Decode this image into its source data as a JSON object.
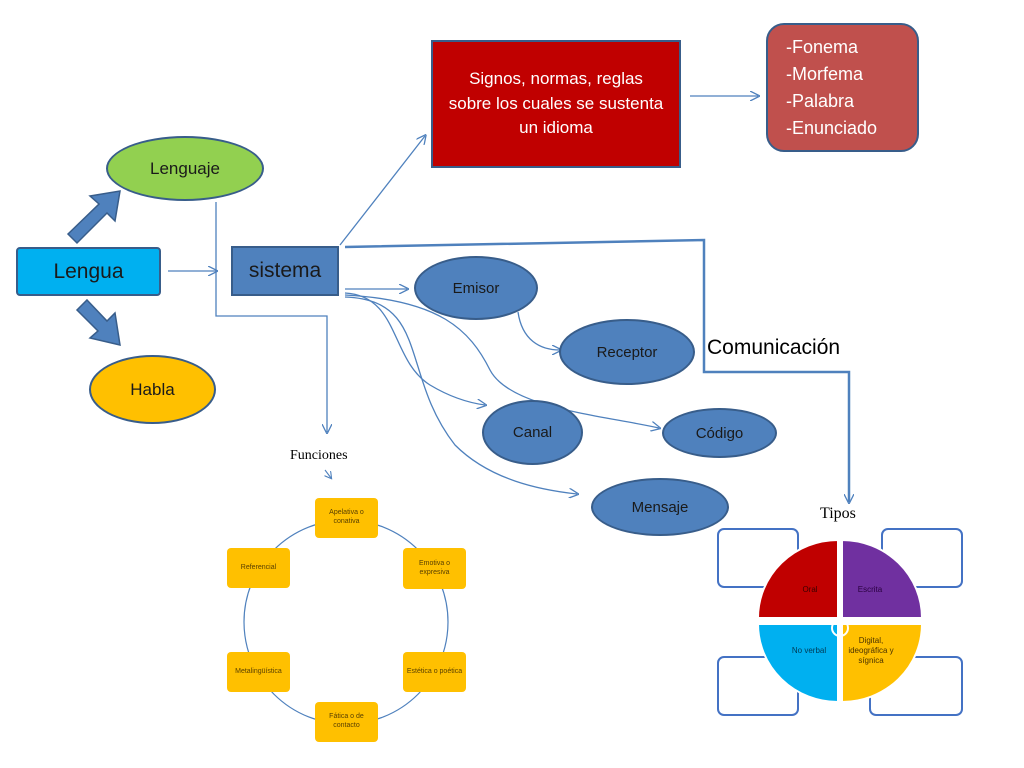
{
  "colors": {
    "blue_fill": "#4f81bd",
    "blue_border": "#385d8a",
    "cyan": "#00b0f0",
    "green": "#92d050",
    "yellow": "#ffc000",
    "red": "#c00000",
    "salmon": "#c0504d",
    "purple": "#7030a0",
    "arrow": "#4f81bd"
  },
  "nodes": {
    "lengua": "Lengua",
    "lenguaje": "Lenguaje",
    "habla": "Habla",
    "sistema": "sistema",
    "signos": "Signos, normas, reglas sobre los cuales  se sustenta un idioma",
    "fonema_list": "-Fonema\n-Morfema\n-Palabra\n-Enunciado",
    "emisor": "Emisor",
    "receptor": "Receptor",
    "canal": "Canal",
    "codigo": "Código",
    "mensaje": "Mensaje",
    "comunicacion": "Comunicación",
    "tipos": "Tipos",
    "funciones": "Funciones"
  },
  "funciones_cycle": {
    "apelativa": "Apelativa o conativa",
    "emotiva": "Emotiva o expresiva",
    "estetica": "Estética o poética",
    "fatica": "Fática o de contacto",
    "metalinguistica": "Metalingüística",
    "referencial": "Referencial"
  },
  "tipos_quadrants": {
    "oral": "Oral",
    "escrita": "Escrita",
    "no_verbal": "No verbal",
    "digital": "Digital, ideográfica y sígnica"
  }
}
